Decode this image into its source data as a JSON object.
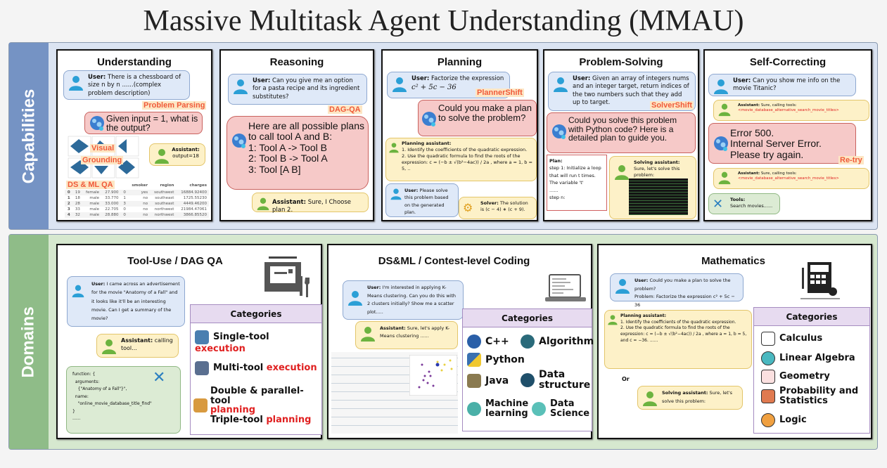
{
  "title": "Massive Multitask Agent Understanding (MMAU)",
  "capabilities": {
    "label": "Capabilities",
    "understanding": {
      "title": "Understanding",
      "user_label": "User:",
      "user_text": "There is a chessboard of size n by n ......(complex problem description)",
      "tag_parsing": "Problem Parsing",
      "env_text": "Given input = 1, what is the output?",
      "tag_visual": "Visual",
      "tag_grounding": "Grounding",
      "assistant_label": "Assistant:",
      "assistant_text": "output=18",
      "tag_dsml": "DS & ML QA",
      "table_headers": [
        "smoker",
        "region",
        "charges"
      ],
      "table_rows": [
        [
          "0",
          "19",
          "female",
          "27.900",
          "0",
          "yes",
          "southwest",
          "16884.92400"
        ],
        [
          "1",
          "18",
          "male",
          "33.770",
          "1",
          "no",
          "southeast",
          "1725.55230"
        ],
        [
          "2",
          "28",
          "male",
          "33.000",
          "3",
          "no",
          "southeast",
          "4449.46200"
        ],
        [
          "3",
          "33",
          "male",
          "22.705",
          "0",
          "no",
          "northwest",
          "21984.47061"
        ],
        [
          "4",
          "32",
          "male",
          "28.880",
          "0",
          "no",
          "northwest",
          "3866.85520"
        ]
      ]
    },
    "reasoning": {
      "title": "Reasoning",
      "user_label": "User:",
      "user_text": "Can you give me an option for a pasta recipe and its ingredient substitutes?",
      "tag": "DAG-QA",
      "env_lines": [
        "Here are all possible plans to call tool A and B:",
        "1: Tool A -> Tool B",
        "2: Tool B -> Tool A",
        "3: Tool [A B]"
      ],
      "assistant_label": "Assistant:",
      "assistant_text": "Sure, I Choose plan 2."
    },
    "planning": {
      "title": "Planning",
      "user_label": "User:",
      "user_text": "Factorize the expression",
      "user_expr": "c² + 5c − 36",
      "tag": "PlannerShift",
      "env_text": "Could you make a plan to solve the problem?",
      "planner_label": "Planning assistant:",
      "planner_steps": [
        "1. Identify the coefficients of the quadratic expression.",
        "2. Use the quadratic formula to find the roots of the",
        "expression: c = (−b ± √(b²−4ac)) / 2a , where a = 1, b = 5, .."
      ],
      "user2_label": "User:",
      "user2_text": "Please solve this problem based on the generated plan.",
      "solver_label": "Solver:",
      "solver_text": "The solution is (c − 4) ∗ (c + 9)."
    },
    "problem_solving": {
      "title": "Problem-Solving",
      "user_label": "User:",
      "user_text": "Given an array of integers nums and an integer target, return indices of the two numbers such that they add up to target.",
      "tag": "SolverShift",
      "env_text": "Could you solve this problem with Python code? Here is a detailed plan to guide you.",
      "plan_label": "Plan:",
      "plan_lines": [
        "step 1: Initialize a loop that will run t times. The variable 't'",
        "......",
        "step n:"
      ],
      "solver_label": "Solving assistant:",
      "solver_text": "Sure, let's solve this problem:"
    },
    "self_correcting": {
      "title": "Self-Correcting",
      "user_label": "User:",
      "user_text": "Can you show me info on the movie Titanic?",
      "assistant_label": "Assistant:",
      "assistant_text": "Sure, calling tools:",
      "tool_call": "<movie_database_alternative_search_movie_titles>",
      "env_lines": [
        "Error 500.",
        "Internal Server Error.",
        "Please try again."
      ],
      "tag": "Re-try",
      "assistant2_label": "Assistant:",
      "assistant2_text": "Sure, calling tools:",
      "tool_call2": "<movie_database_alternative_search_movie_titles>",
      "tools_label": "Tools:",
      "tools_text": "Search movies......"
    }
  },
  "domains": {
    "label": "Domains",
    "tool_use": {
      "title": "Tool-Use / DAG QA",
      "user_label": "User:",
      "user_text": "I came across an advertisement for the movie \"Anatomy of a Fall\" and it looks like it'll be an interesting movie. Can I get a summary of the movie?",
      "assistant_label": "Assistant:",
      "assistant_text": "calling tool...",
      "code_lines": [
        "function: {",
        "  arguments:",
        "    {\"Anatomy of a Fall\"}\",",
        "  name:",
        "    \"online_movie_database_title_find\"",
        "}",
        "......"
      ],
      "categories_title": "Categories",
      "categories": [
        {
          "a": "Single-tool",
          "b": "execution"
        },
        {
          "a": "Multi-tool",
          "b": "execution"
        },
        {
          "a": "Double & parallel-tool",
          "b": "planning"
        },
        {
          "a": "Triple-tool",
          "b": "planning"
        }
      ]
    },
    "coding": {
      "title": "DS&ML / Contest-level Coding",
      "user_label": "User:",
      "user_text": "I'm interested in applying K-Means clustering. Can you do this with 2 clusters initially? Show me a scatter plot.....",
      "assistant_label": "Assistant:",
      "assistant_text": "Sure, let's apply K-Means clustering ......",
      "categories_title": "Categories",
      "categories": [
        "C++",
        "Algorithm",
        "Python",
        "Data structure",
        "Java",
        "Machine learning",
        "Data Science"
      ]
    },
    "math": {
      "title": "Mathematics",
      "user_label": "User:",
      "user_text": "Could you make a plan to solve the problem?",
      "user_text2": "Problem: Factorize the expression c² + 5c − 36",
      "planner_label": "Planning assistant:",
      "planner_steps": [
        "1. Identify the coefficients of the quadratic expression.",
        "2. Use the quadratic formula to find the roots of the",
        "expression: c = (−b ± √(b²−4ac)) / 2a , where a = 1, b = 5,",
        "and c = −36. ......"
      ],
      "or": "Or",
      "solver_label": "Solving assistant:",
      "solver_text": "Sure, let's solve this problem:",
      "categories_title": "Categories",
      "categories": [
        "Calculus",
        "Linear Algebra",
        "Geometry",
        "Probability and Statistics",
        "Logic"
      ]
    }
  },
  "colors": {
    "cap_strip": "#7593c4",
    "cap_bg": "#dbe4f2",
    "dom_strip": "#8fbc88",
    "dom_bg": "#d6e8cf",
    "tag": "#f05a3a"
  }
}
